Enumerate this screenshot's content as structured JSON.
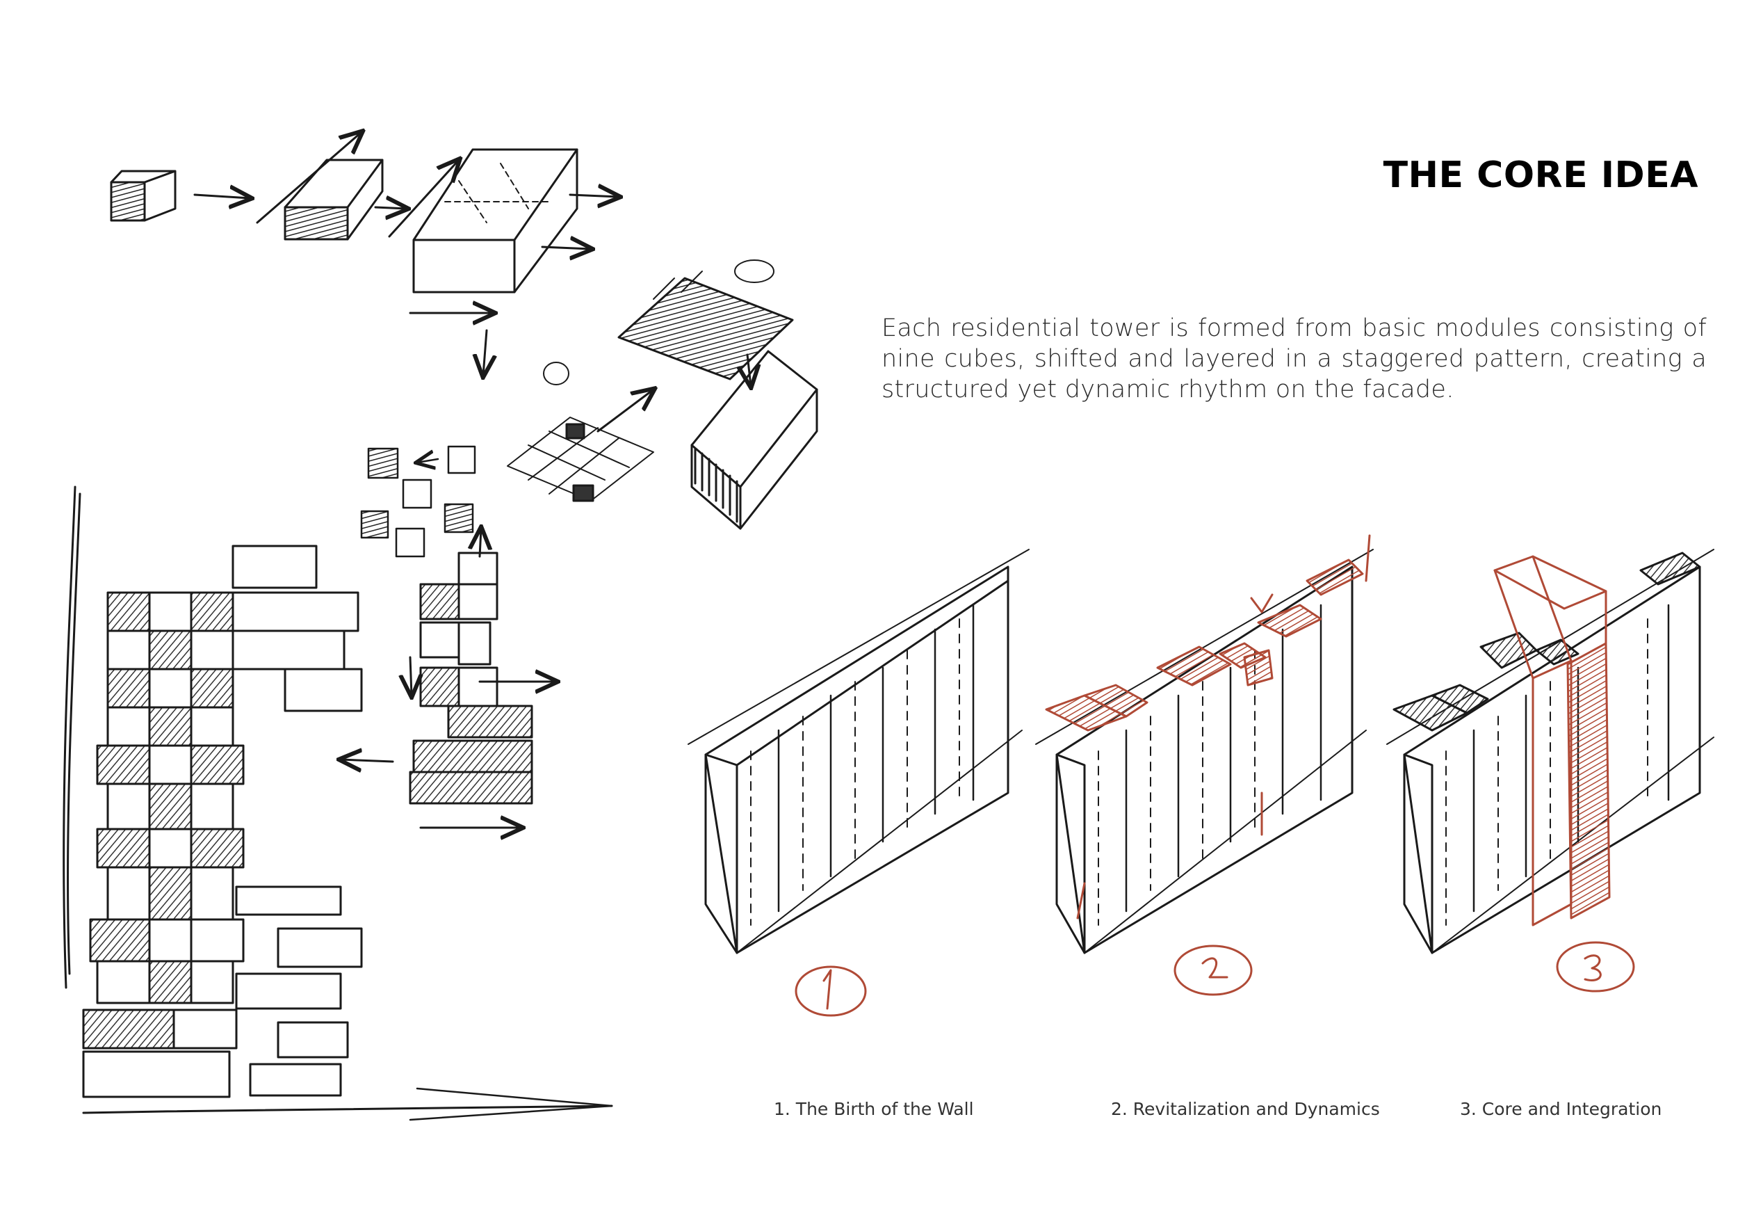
{
  "title": "THE CORE IDEA",
  "description": "Each residential tower is formed from basic modules consisting of nine cubes, shifted and layered in a staggered pattern, creating a structured yet dynamic rhythm on the facade.",
  "captions": [
    "1. The Birth of the Wall",
    "2. Revitalization and Dynamics",
    "3. Core and Integration"
  ],
  "colors": {
    "ink": "#1a1a1a",
    "accent": "#b04a36",
    "background": "#ffffff"
  }
}
